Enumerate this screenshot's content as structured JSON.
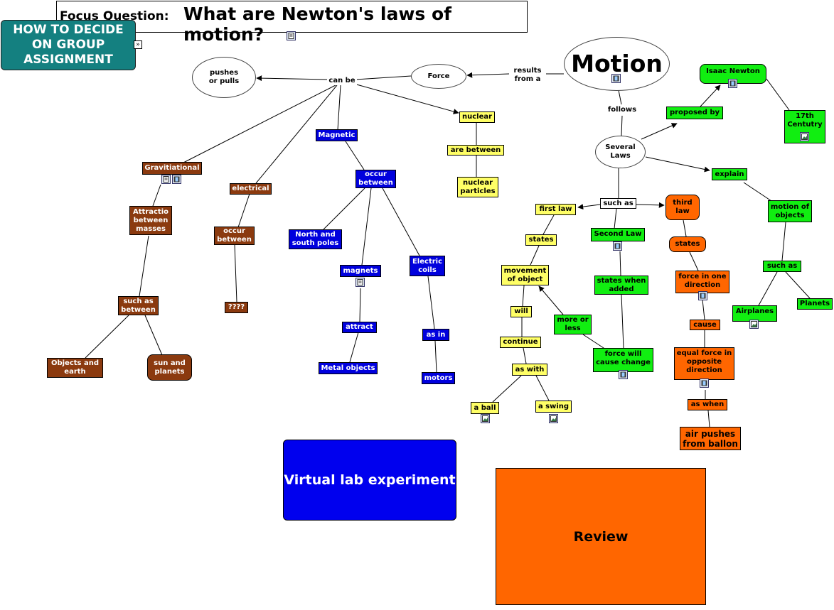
{
  "focus": {
    "label": "Focus Question:",
    "question": "What are Newton's laws of motion?"
  },
  "howto": {
    "label": "HOW TO DECIDE\nON GROUP\nASSIGNMENT"
  },
  "expand_glyph": "»",
  "buttons": {
    "virtual_lab": "Virtual lab experiment",
    "review": "Review"
  },
  "concepts": {
    "motion": "Motion",
    "force": "Force",
    "pushes": "pushes\nor pulls",
    "several_laws": "Several\nLaws",
    "gravitational": "Gravitiational",
    "electrical": "electrical",
    "magnetic": "Magnetic",
    "nuclear": "nuclear",
    "attraction": "Attractio\nbetween\nmasses",
    "such_as_between": "such as\nbetween",
    "objects_earth": "Objects and\nearth",
    "sun_planets": "sun and\nplanets",
    "occur_between_e": "occur\nbetween",
    "unknown": "????",
    "occur_between_m": "occur\nbetween",
    "north_south": "North and\nsouth poles",
    "magnets": "magnets",
    "attract": "attract",
    "metal_objects": "Metal objects",
    "electric_coils": "Electric\ncoils",
    "as_in": "as in",
    "motors": "motors",
    "are_between": "are between",
    "nuclear_particles": "nuclear\nparticles",
    "isaac_newton": "Isaac Newton",
    "proposed_by": "proposed by",
    "century": "17th\nCentutry",
    "explain": "explain",
    "motion_objects": "motion of\nobjects",
    "such_as_g": "such as",
    "airplanes": "Airplanes",
    "planets": "Planets",
    "first_law": "first law",
    "states_1": "states",
    "movement": "movement\nof object",
    "will": "will",
    "continue": "continue",
    "as_with": "as with",
    "a_ball": "a ball",
    "a_swing": "a swing",
    "second_law": "Second Law",
    "states_when_added": "states when\nadded",
    "more_or_less": "more or\nless",
    "force_will_cause": "force will\ncause change",
    "third_law": "third\nlaw",
    "states_3": "states",
    "force_one_dir": "force in one\ndirection",
    "cause": "cause",
    "equal_force": "equal force in\nopposite\ndirection",
    "as_when": "as when",
    "air_pushes": "air pushes\nfrom ballon"
  },
  "linking_phrases": {
    "results_from": "results\nfrom a",
    "can_be": "can be",
    "follows": "follows",
    "such_as": "such as"
  },
  "colors": {
    "gravitational_branch": "#8b3a0f",
    "magnetic_branch": "#0000dd",
    "nuclear_branch": "#ffff66",
    "laws_branch": "#11ee11",
    "third_law_branch": "#ff6600",
    "howto": "#148080"
  },
  "icons": [
    "document-icon",
    "film-icon",
    "image-icon"
  ]
}
